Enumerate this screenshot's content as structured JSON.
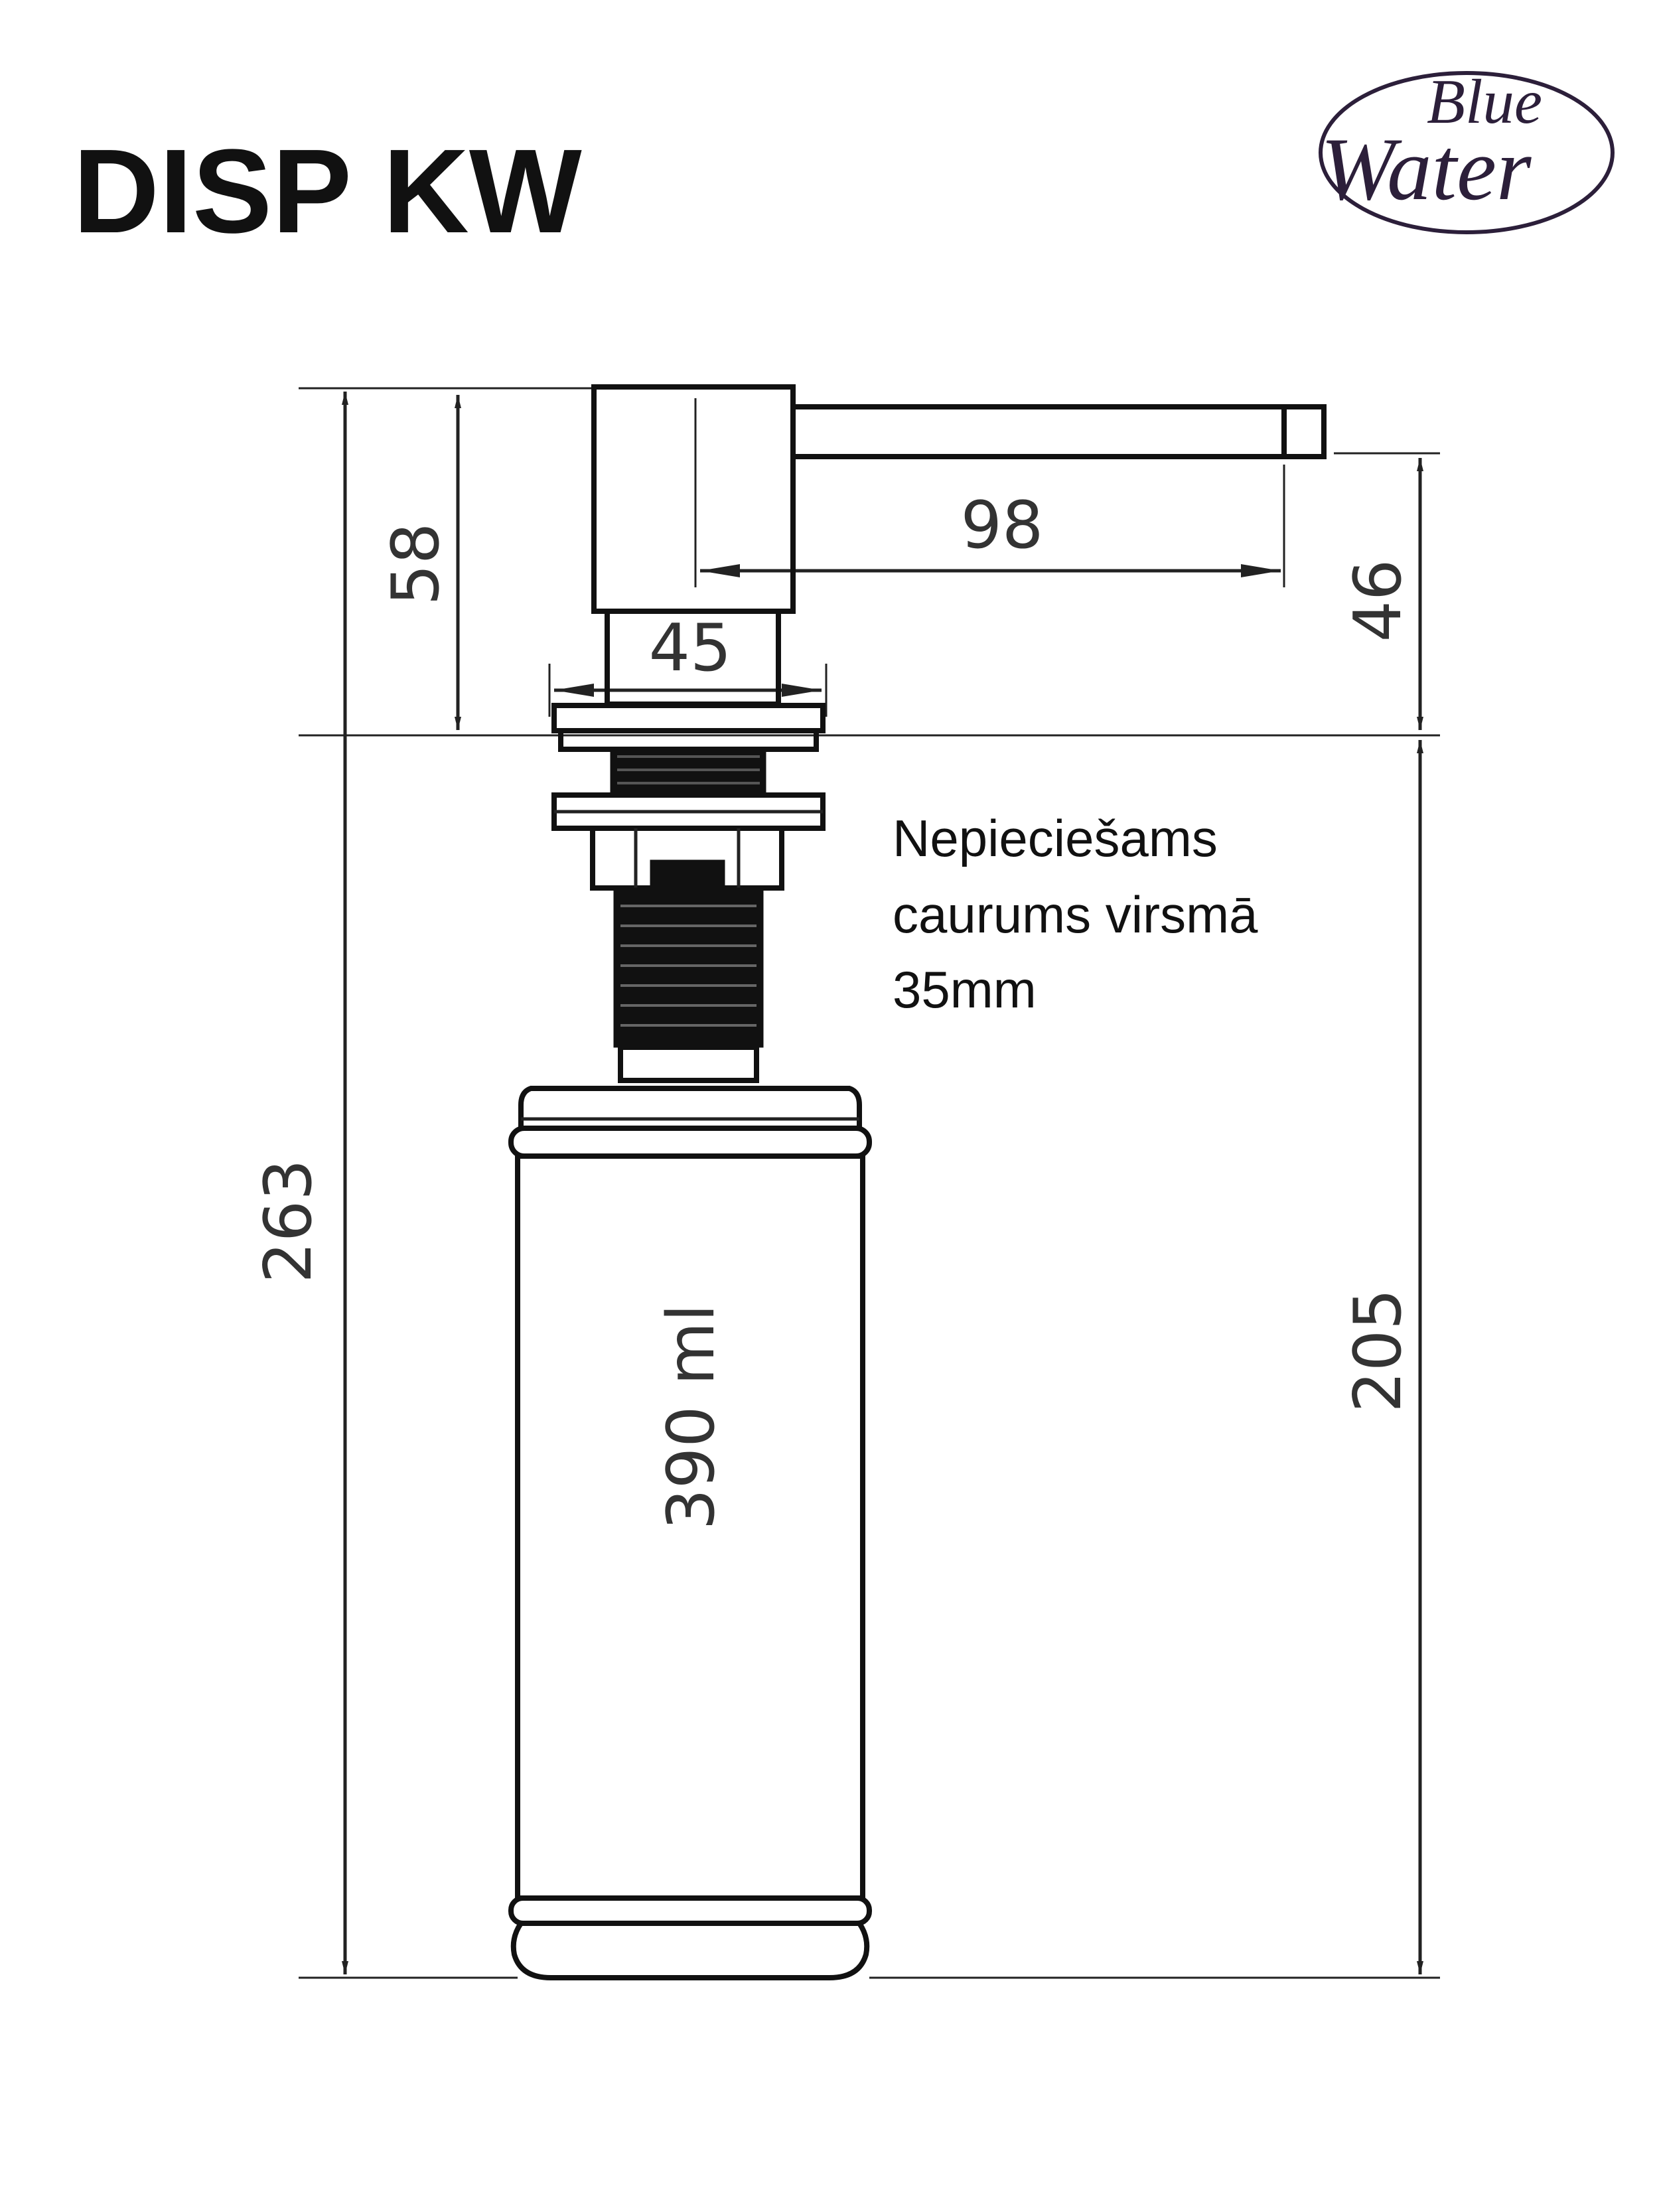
{
  "title": "DISP KW",
  "logo": {
    "word1": "Blue",
    "word2": "Water",
    "color": "#2c1f3a"
  },
  "dimensions": {
    "total_height": "263",
    "head_height": "58",
    "spout_length": "98",
    "head_width": "45",
    "spout_clearance": "46",
    "below_counter": "205"
  },
  "bottle_capacity": "390 ml",
  "note": {
    "line1": "Nepieciešams",
    "line2": "caurums virsmā",
    "line3": "35mm"
  }
}
